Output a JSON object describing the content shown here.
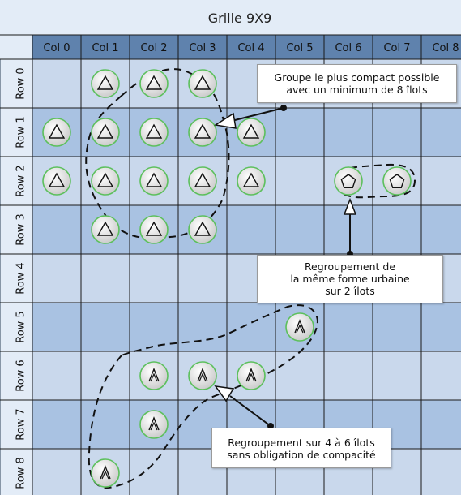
{
  "title": "Grille 9X9",
  "columns": [
    "Col 0",
    "Col 1",
    "Col 2",
    "Col 3",
    "Col 4",
    "Col 5",
    "Col 6",
    "Col 7",
    "Col 8"
  ],
  "rows": [
    "Row 0",
    "Row 1",
    "Row 2",
    "Row 3",
    "Row 4",
    "Row 5",
    "Row 6",
    "Row 7",
    "Row 8"
  ],
  "colors": {
    "header": "#e3ecf7",
    "column_header": "#5f82ad",
    "cell_light": "#c9d8ec",
    "cell_dark": "#a9c2e2",
    "marker_ring": "#5cc05c",
    "marker_fill_light": "#ffffff",
    "marker_fill_dark": "#c8c8c8"
  },
  "markers": [
    {
      "row": 0,
      "col": 1,
      "shape": "triangle"
    },
    {
      "row": 0,
      "col": 2,
      "shape": "triangle"
    },
    {
      "row": 0,
      "col": 3,
      "shape": "triangle"
    },
    {
      "row": 1,
      "col": 0,
      "shape": "triangle"
    },
    {
      "row": 1,
      "col": 1,
      "shape": "triangle"
    },
    {
      "row": 1,
      "col": 2,
      "shape": "triangle"
    },
    {
      "row": 1,
      "col": 3,
      "shape": "triangle"
    },
    {
      "row": 1,
      "col": 4,
      "shape": "triangle"
    },
    {
      "row": 2,
      "col": 0,
      "shape": "triangle"
    },
    {
      "row": 2,
      "col": 1,
      "shape": "triangle"
    },
    {
      "row": 2,
      "col": 2,
      "shape": "triangle"
    },
    {
      "row": 2,
      "col": 3,
      "shape": "triangle"
    },
    {
      "row": 2,
      "col": 4,
      "shape": "triangle"
    },
    {
      "row": 2,
      "col": 6,
      "shape": "pentagon"
    },
    {
      "row": 2,
      "col": 7,
      "shape": "pentagon"
    },
    {
      "row": 3,
      "col": 1,
      "shape": "triangle"
    },
    {
      "row": 3,
      "col": 2,
      "shape": "triangle"
    },
    {
      "row": 3,
      "col": 3,
      "shape": "triangle"
    },
    {
      "row": 5,
      "col": 5,
      "shape": "chevron"
    },
    {
      "row": 6,
      "col": 2,
      "shape": "chevron"
    },
    {
      "row": 6,
      "col": 3,
      "shape": "chevron"
    },
    {
      "row": 6,
      "col": 4,
      "shape": "chevron"
    },
    {
      "row": 7,
      "col": 2,
      "shape": "chevron"
    },
    {
      "row": 8,
      "col": 1,
      "shape": "chevron"
    }
  ],
  "callouts": {
    "compact": [
      "Groupe le plus compact possible",
      "avec un minimum de 8 îlots"
    ],
    "same_shape": [
      "Regroupement de",
      "la même forme urbaine",
      "sur 2 îlots"
    ],
    "loose": [
      "Regroupement sur 4 à 6 îlots",
      "sans obligation de compacité"
    ]
  }
}
